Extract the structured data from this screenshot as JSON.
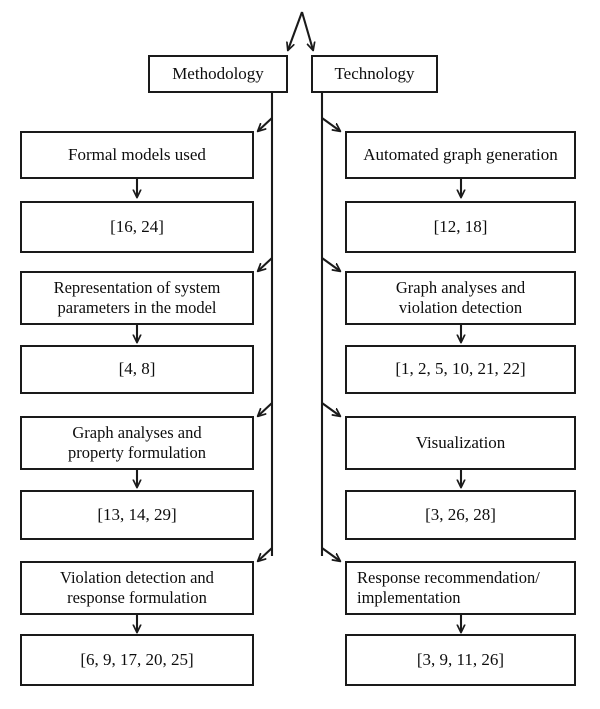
{
  "diagram": {
    "title": "Methodology and Technology research dimensions flowchart",
    "root": {
      "name": "split-junction",
      "branches": 2
    },
    "colors": {
      "stroke": "#1a1a1a",
      "text": "#0d0d0d",
      "background": "#ffffff"
    },
    "columns": [
      {
        "id": "methodology",
        "header": "Methodology",
        "steps": [
          {
            "topic": "Formal models used",
            "refs": "[16, 24]"
          },
          {
            "topic": "Representation of system\nparameters in the model",
            "refs": "[4, 8]"
          },
          {
            "topic": "Graph analyses and\nproperty formulation",
            "refs": "[13, 14, 29]"
          },
          {
            "topic": "Violation detection and\nresponse formulation",
            "refs": "[6, 9, 17, 20, 25]"
          }
        ]
      },
      {
        "id": "technology",
        "header": "Technology",
        "steps": [
          {
            "topic": "Automated graph generation",
            "refs": "[12, 18]"
          },
          {
            "topic": "Graph analyses and\nviolation detection",
            "refs": "[1, 2, 5, 10, 21, 22]"
          },
          {
            "topic": "Visualization",
            "refs": "[3, 26, 28]"
          },
          {
            "topic": "Response recommendation/\nimplementation",
            "refs": "[3, 9, 11, 26]"
          }
        ]
      }
    ]
  }
}
